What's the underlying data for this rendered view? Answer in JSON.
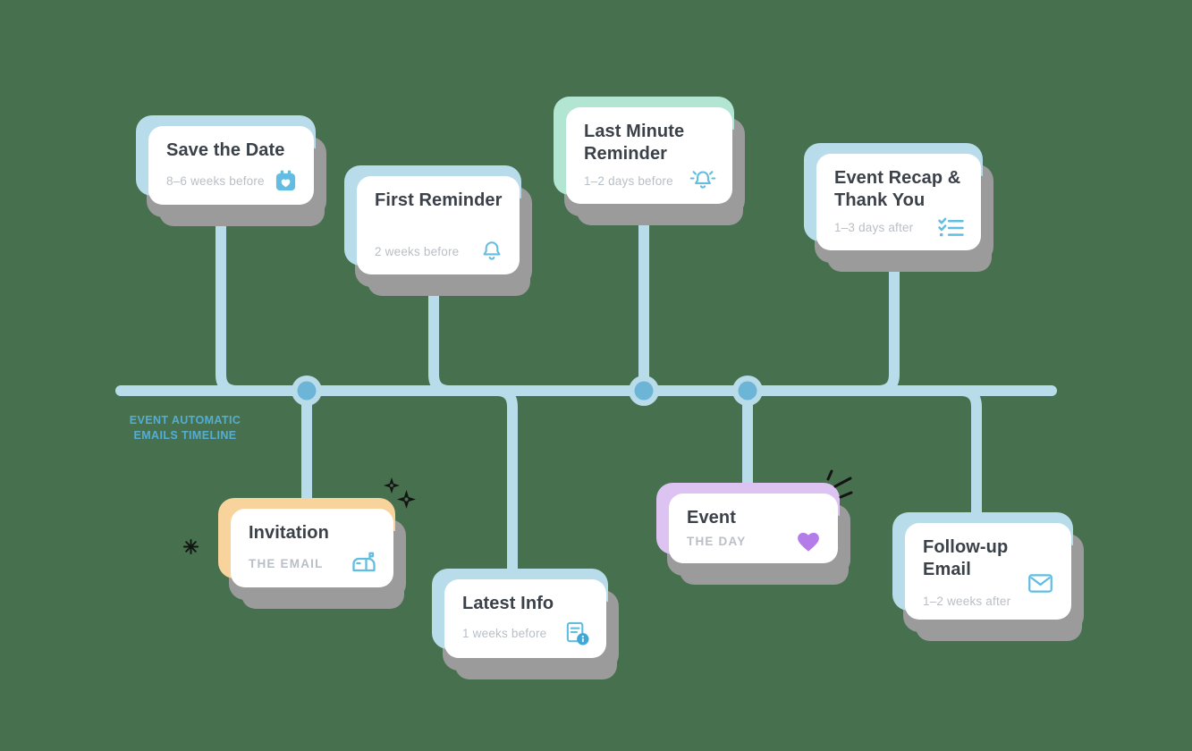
{
  "background": "#47704E",
  "palette": {
    "line_blue": "#b9dcea",
    "node_inner_blue": "#6db5d6",
    "title_color": "#3b4149",
    "subtitle_gray": "#b9bfc6",
    "icon_blue": "#62bde0",
    "info_badge_blue": "#3fa8d8",
    "label_blue": "#55add2",
    "accent_blue": "#b9dcea",
    "accent_mint": "#b2e5d2",
    "accent_orange": "#f8d49c",
    "accent_purple": "#dcc3f2",
    "heart_purple": "#b47ce8",
    "shadow_gray": "#9b9b9b",
    "sparkle_black": "#141414",
    "card_white": "#ffffff"
  },
  "timeline": {
    "label_line1": "EVENT AUTOMATIC",
    "label_line2": "EMAILS TIMELINE",
    "node_count": "3"
  },
  "cards": [
    {
      "id": "save-the-date",
      "title": "Save the Date",
      "subtitle": "8–6 weeks before",
      "icon": "calendar-heart-icon",
      "accent": "#b9dcea",
      "position": "above-line"
    },
    {
      "id": "first-reminder",
      "title": "First Reminder",
      "subtitle": "2 weeks before",
      "icon": "bell-icon",
      "accent": "#b9dcea",
      "position": "above-line"
    },
    {
      "id": "last-minute-reminder",
      "title": "Last Minute Reminder",
      "subtitle": "1–2  days before",
      "icon": "ringing-bell-icon",
      "accent": "#b2e5d2",
      "position": "above-line"
    },
    {
      "id": "event-recap-thank-you",
      "title": "Event Recap & Thank You",
      "subtitle": "1–3 days after",
      "icon": "checklist-icon",
      "accent": "#b9dcea",
      "position": "above-line"
    },
    {
      "id": "invitation",
      "title": "Invitation",
      "subtitle": "THE EMAIL",
      "icon": "mailbox-icon",
      "accent": "#f8d49c",
      "position": "below-line"
    },
    {
      "id": "latest-info",
      "title": "Latest Info",
      "subtitle": "1 weeks before",
      "icon": "document-info-icon",
      "accent": "#b9dcea",
      "position": "below-line"
    },
    {
      "id": "event",
      "title": "Event",
      "subtitle": "THE DAY",
      "icon": "heart-icon",
      "accent": "#dcc3f2",
      "position": "below-line"
    },
    {
      "id": "follow-up-email",
      "title": "Follow-up Email",
      "subtitle": "1–2 weeks after",
      "icon": "envelope-icon",
      "accent": "#b9dcea",
      "position": "below-line"
    }
  ]
}
